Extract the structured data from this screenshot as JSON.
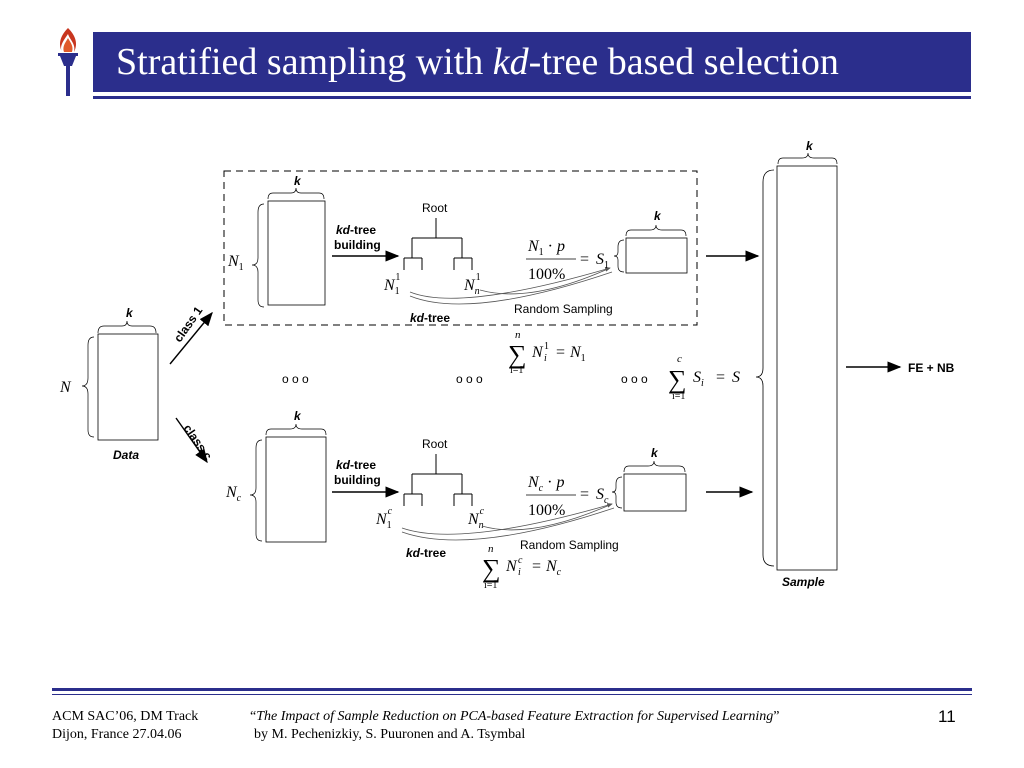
{
  "header": {
    "title_pre": "Stratified sampling with ",
    "title_em": "kd",
    "title_post": "-tree based selection",
    "logo_icon": "torch-logo-icon",
    "bar_color": "#2b2e8c"
  },
  "diagram": {
    "k": "k",
    "N": "N",
    "data_label": "Data",
    "class1_label": "class 1",
    "classc_label": "class c",
    "kd_em": "kd",
    "tree_building_suffix": "-tree",
    "building": "building",
    "root": "Root",
    "kdtree_suffix": "-tree",
    "random_sampling": "Random Sampling",
    "dots": "o o o",
    "sample_label": "Sample",
    "output_label": "FE + NB",
    "percent": "100%",
    "p": "p",
    "S": "S",
    "sum": "∑",
    "i_eq_1": "i=1",
    "n": "n",
    "c": "c",
    "one": "1"
  },
  "footer": {
    "venue": "ACM SAC’06, DM Track",
    "location": "Dijon, France 27.04.06",
    "paper_title": "The Impact of Sample Reduction on PCA-based Feature Extraction for Supervised Learning",
    "quote_open": "“",
    "quote_close": "”",
    "authors": "by M. Pechenizkiy, S. Puuronen and A. Tsymbal",
    "page_number": "11"
  }
}
